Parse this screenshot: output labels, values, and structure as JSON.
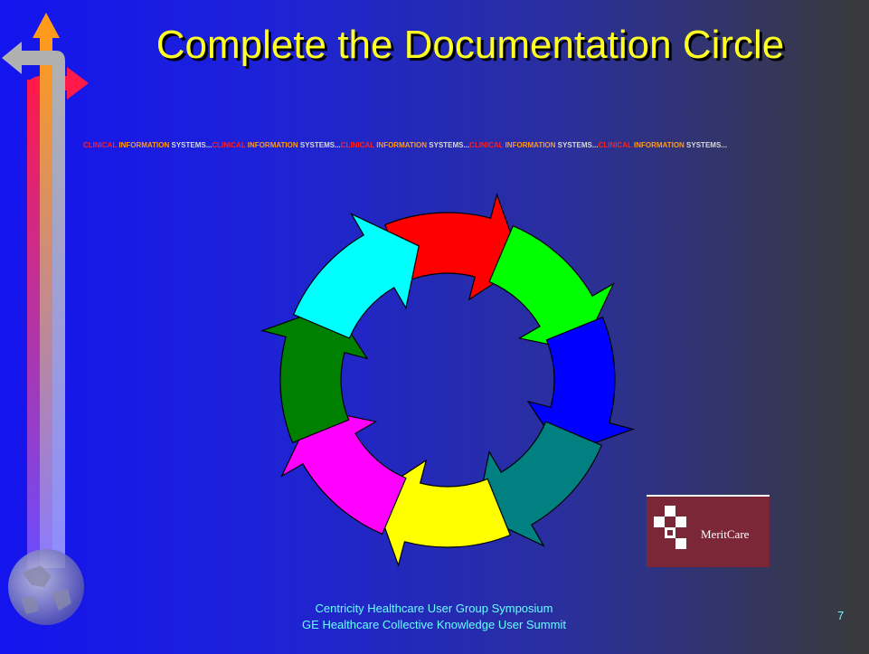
{
  "slide": {
    "title": "Complete the Documentation Circle",
    "ticker": {
      "segments": [
        {
          "clinical": "CLINICAL",
          "information": " INFORMATION",
          "systems": " SYSTEMS..."
        },
        {
          "clinical": "CLINICAL",
          "information": " INFORMATION",
          "systems": " SYSTEMS..."
        },
        {
          "clinical": "CLINICAL",
          "information": " INFORMATION",
          "systems": " SYSTEMS..."
        },
        {
          "clinical": "CLINICAL",
          "information": " INFORMATION",
          "systems": " SYSTEMS..."
        },
        {
          "clinical": "CLINICAL",
          "information": " INFORMATION",
          "systems": " SYSTEMS..."
        }
      ]
    },
    "circle_colors": [
      "#ff0000",
      "#00ff00",
      "#0000ff",
      "#008080",
      "#ffff00",
      "#ff00ff",
      "#008000",
      "#00ffff"
    ],
    "logo": {
      "text": "MeritCare"
    },
    "footer": {
      "line1": "Centricity Healthcare User Group Symposium",
      "line2": "GE Healthcare Collective Knowledge User Summit"
    },
    "page_number": "7"
  }
}
